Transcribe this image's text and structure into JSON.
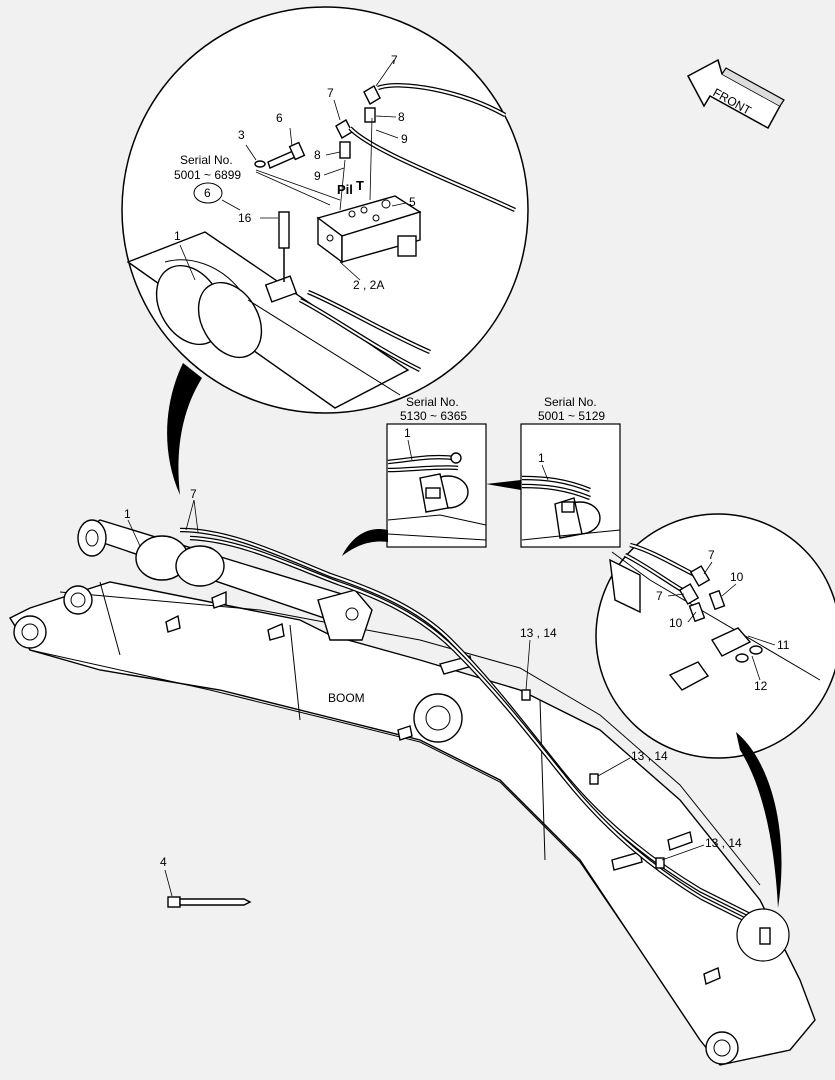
{
  "front_label": "FRONT",
  "boom_label": "BOOM",
  "serial_header": "Serial No.",
  "serial_range_main": "5001 ~ 6899",
  "serial_range_a": "5130 ~ 6365",
  "serial_range_b": "5001 ~ 5129",
  "port_pil": "Pil",
  "port_t": "T",
  "callouts": {
    "c1": "1",
    "c2": "2 , 2A",
    "c3": "3",
    "c4": "4",
    "c5": "5",
    "c6": "6",
    "c6_circled": "6",
    "c7": "7",
    "c8": "8",
    "c9": "9",
    "c10": "10",
    "c11": "11",
    "c12": "12",
    "c13_14": "13 , 14",
    "c16": "16"
  }
}
